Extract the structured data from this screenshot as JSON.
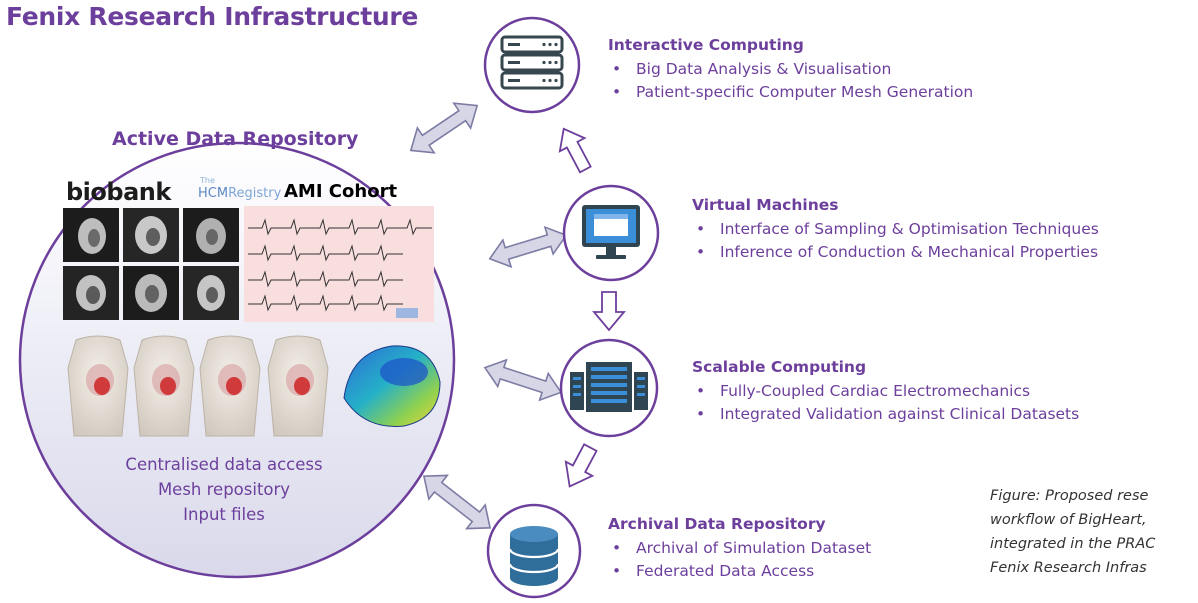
{
  "title": "Fenix Research Infrastructure",
  "active_repo": {
    "heading": "Active Data Repository",
    "logos": {
      "biobank": "biobank",
      "hcm_prefix": "The",
      "hcm": "HCM",
      "hcm_suffix": "Registry",
      "ami": "AMI Cohort"
    },
    "footer": [
      "Centralised data access",
      "Mesh repository",
      "Input files"
    ]
  },
  "services": [
    {
      "heading": "Interactive Computing",
      "icon": "server-rack-icon",
      "bullets": [
        "Big Data Analysis & Visualisation",
        "Patient-specific Computer Mesh Generation"
      ]
    },
    {
      "heading": "Virtual Machines",
      "icon": "monitor-icon",
      "bullets": [
        "Interface of Sampling & Optimisation Techniques",
        "Inference of Conduction & Mechanical Properties"
      ]
    },
    {
      "heading": "Scalable Computing",
      "icon": "hpc-cluster-icon",
      "bullets": [
        "Fully-Coupled Cardiac Electromechanics",
        "Integrated Validation against Clinical Datasets"
      ]
    },
    {
      "heading": "Archival Data Repository",
      "icon": "database-icon",
      "bullets": [
        "Archival of Simulation Dataset",
        "Federated Data Access"
      ]
    }
  ],
  "caption": {
    "lines": [
      "Figure: Proposed rese",
      "workflow of BigHeart,",
      "integrated in the PRAC",
      "Fenix Research Infras"
    ]
  },
  "colors": {
    "accent": "#6d3f9c",
    "arrow_fill": "#d6d6e6",
    "ecg_background": "#f9dede",
    "database": "#2f6d9a"
  }
}
